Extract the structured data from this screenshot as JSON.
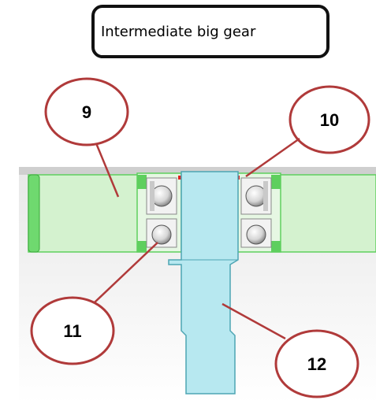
{
  "title": "Intermediate big gear",
  "callouts": {
    "c9": "9",
    "c10": "10",
    "c11": "11",
    "c12": "12"
  },
  "colors": {
    "callout_stroke": "#b03a3a",
    "gear_fill": "#d4f2cf",
    "gear_rim": "#5ecf5e",
    "shaft_fill": "#b7e8f0",
    "shaft_stroke": "#4da5b3",
    "housing_fill": "#dcdcdc"
  }
}
